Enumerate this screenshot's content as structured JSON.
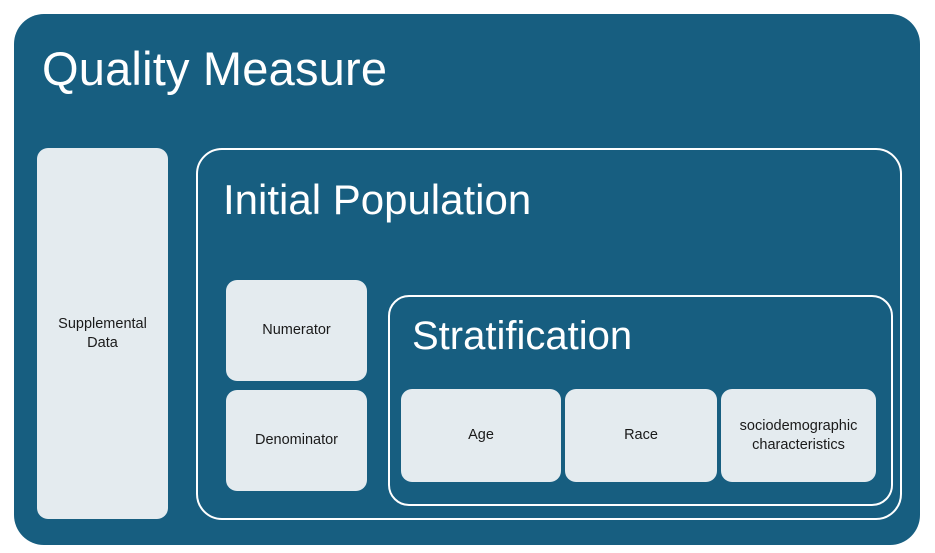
{
  "diagram": {
    "title": "Quality Measure",
    "colors": {
      "container_fill": "#175E80",
      "box_fill": "#E4EBEF",
      "border": "#FFFFFF",
      "title_text": "#FFFFFF",
      "box_text": "#1A1A1A"
    },
    "supplemental": {
      "label": "Supplemental\nData",
      "line1": "Supplemental",
      "line2": "Data"
    },
    "initial_population": {
      "title": "Initial Population",
      "measures": [
        {
          "label": "Numerator"
        },
        {
          "label": "Denominator"
        }
      ],
      "stratification": {
        "title": "Stratification",
        "items": [
          {
            "label": "Age",
            "lines": [
              "Age"
            ]
          },
          {
            "label": "Race",
            "lines": [
              "Race"
            ]
          },
          {
            "label": "sociodemographic characteristics",
            "lines": [
              "sociodemographic",
              "characteristics"
            ]
          }
        ]
      }
    }
  }
}
